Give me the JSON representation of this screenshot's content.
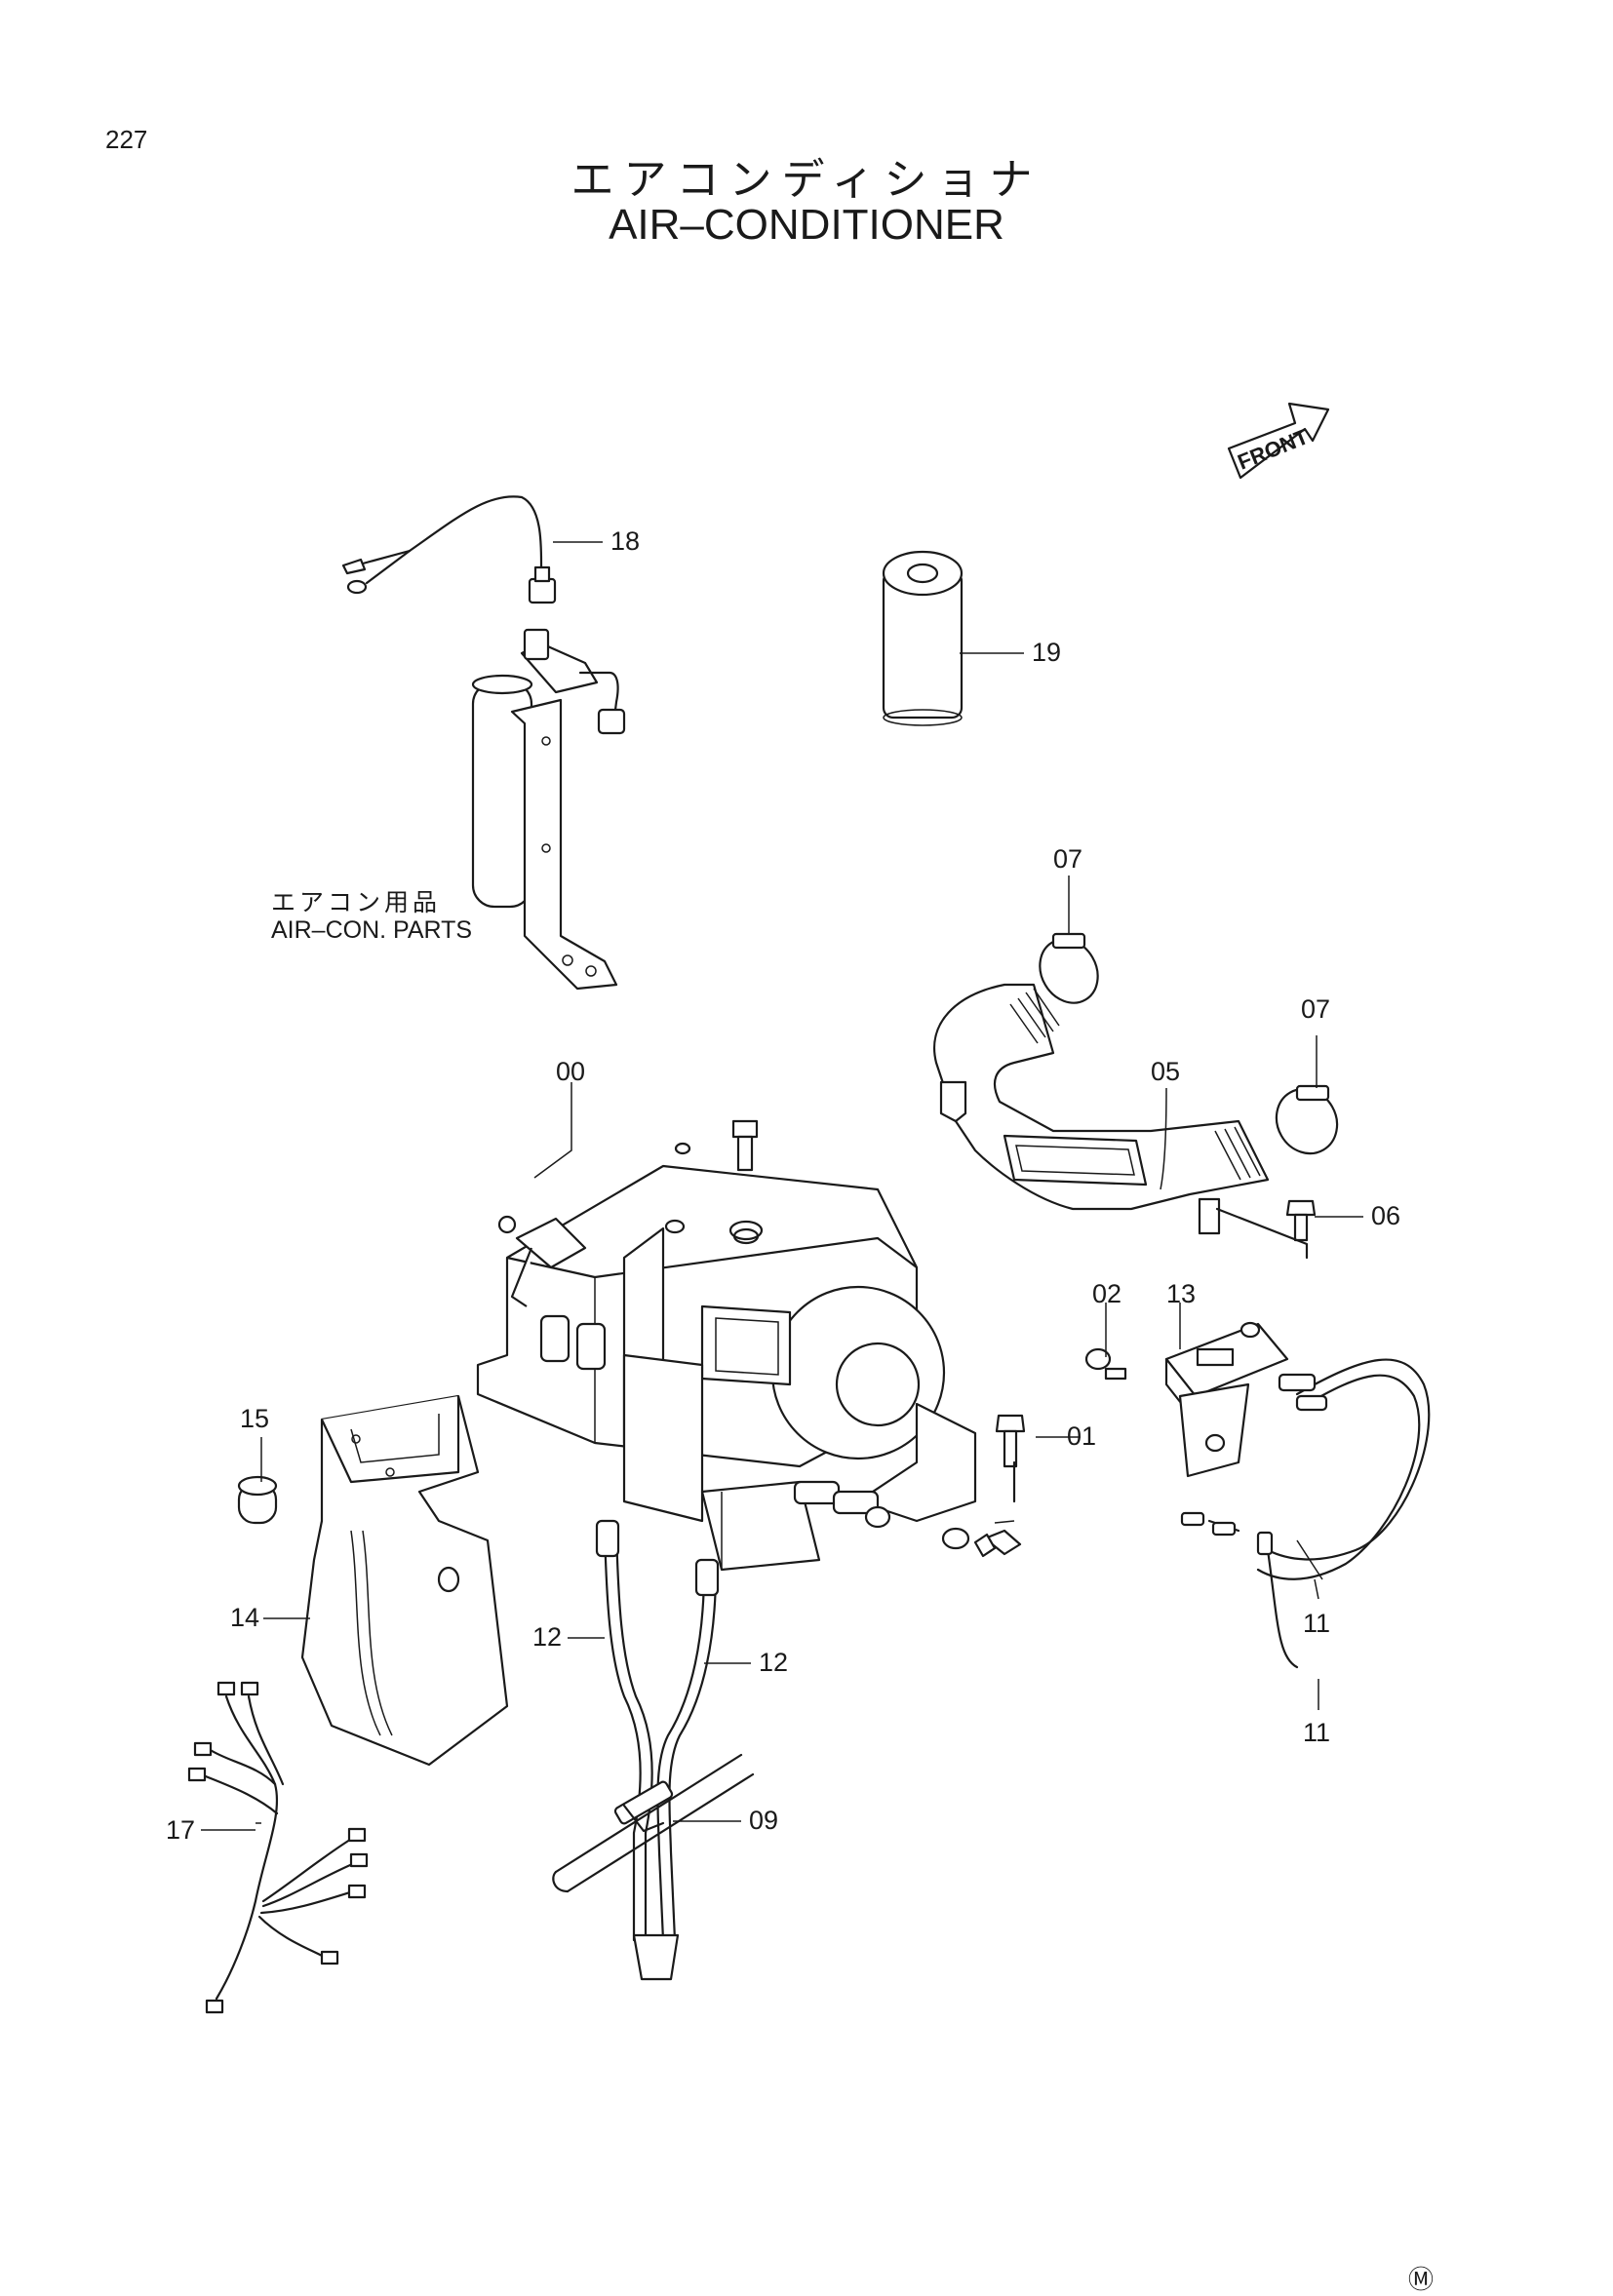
{
  "page_number": "227",
  "title": {
    "japanese": "エアコンディショナ",
    "english": "AIR–CONDITIONER"
  },
  "direction_arrow_label": "FRONT",
  "note": {
    "japanese": "エアコン用品",
    "english": "AIR–CON. PARTS"
  },
  "callouts": {
    "c00": "00",
    "c01": "01",
    "c02": "02",
    "c05": "05",
    "c06": "06",
    "c07a": "07",
    "c07b": "07",
    "c09": "09",
    "c11a": "11",
    "c11b": "11",
    "c12a": "12",
    "c12b": "12",
    "c13": "13",
    "c14": "14",
    "c15": "15",
    "c17": "17",
    "c18": "18",
    "c19": "19"
  },
  "mark": "Ⓜ"
}
